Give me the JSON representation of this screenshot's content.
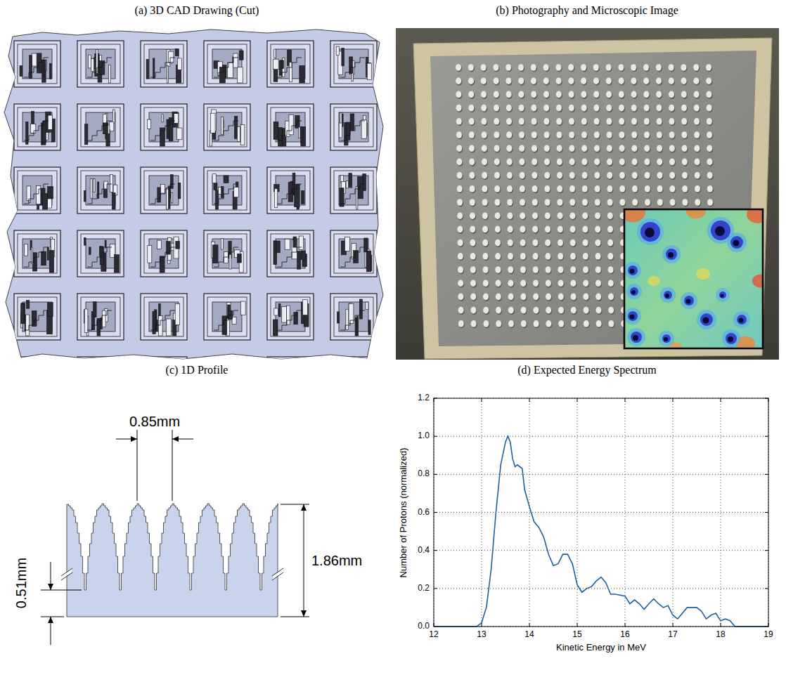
{
  "diagram": {
    "labels": [
      "(a) 3D CAD Drawing (Cut)",
      "(b) Photography and Microscopic Image",
      "(c) 1D Profile",
      "(d) Expected Energy Spectrum",
      "0.85mm",
      "1.86mm",
      "0.51mm",
      "Number of Protons (normalized)",
      "Kinetic Energy in MeV",
      "0.0",
      "0.2",
      "0.4",
      "0.6",
      "0.8",
      "1.0",
      "1.2",
      "12",
      "13",
      "14",
      "15",
      "16",
      "17",
      "18",
      "19"
    ]
  }
}
